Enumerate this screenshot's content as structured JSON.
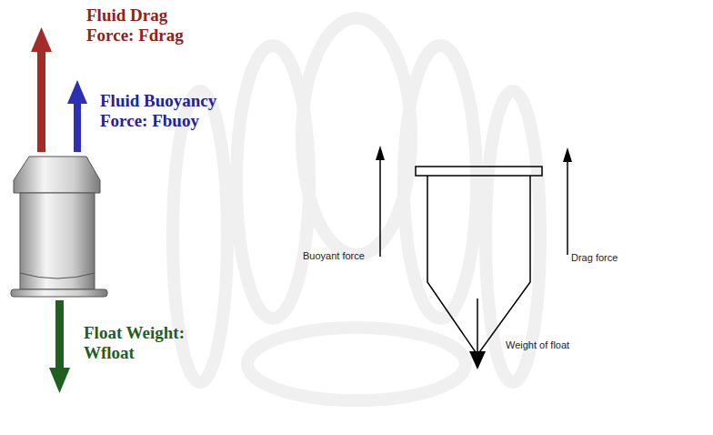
{
  "diagram": {
    "labels": [
      "Fluid Drag Force: Fdrag",
      "Fluid Buoyancy Force: Fbuoy",
      "Float Weight: Wfloat",
      "Buoyant force",
      "Drag force",
      "Weight of float"
    ]
  }
}
